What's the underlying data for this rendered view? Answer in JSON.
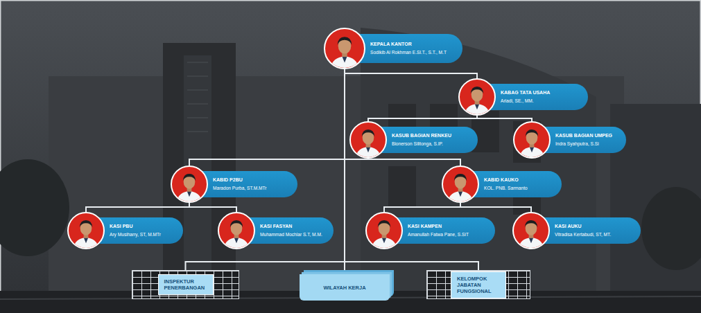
{
  "diagram": {
    "nodes": [
      {
        "text": [
          "KEPALA KANTOR",
          "Sodikib Al Rokhman E.Sl.T., S.T., M.T"
        ]
      },
      {
        "text": [
          "KABAG TATA USAHA",
          "Ariadi, SE., MM."
        ]
      },
      {
        "text": [
          "KASUB BAGIAN RENKEU",
          "Bionerson Silitonga, S.IP."
        ]
      },
      {
        "text": [
          "KASUB BAGIAN UMPEG",
          "Indra Syahputra, S.Si"
        ]
      },
      {
        "text": [
          "KABID P2BU",
          "Maradon Purba, ST.M.MTr"
        ]
      },
      {
        "text": [
          "KABID KAUKO",
          "KOL. PNB. Sarmanto"
        ]
      },
      {
        "text": [
          "KASI PBU",
          "Ary Musiharry, ST, M.MTr"
        ]
      },
      {
        "text": [
          "KASI FASYAN",
          "Muhammad Mochlar S.T, M.M."
        ]
      },
      {
        "text": [
          "KASI KAMPEN",
          "Amanullah Fatwa Pane, S.SiT"
        ]
      },
      {
        "text": [
          "KASI AUKU",
          "Vitradisa Kertabudi, ST, MT."
        ]
      },
      {
        "text": [
          "INSPEKTUR PENERBANGAN"
        ]
      },
      {
        "text": [
          "WILAYAH KERJA"
        ]
      },
      {
        "text": [
          "KELOMPOK JABATAN FUNGSIONAL"
        ]
      }
    ],
    "edges": [
      {
        "from": 0,
        "to": 1,
        "arrow": "none"
      },
      {
        "from": 1,
        "to": 2,
        "arrow": "none"
      },
      {
        "from": 1,
        "to": 3,
        "arrow": "none"
      },
      {
        "from": 0,
        "to": 4,
        "arrow": "none"
      },
      {
        "from": 0,
        "to": 5,
        "arrow": "none"
      },
      {
        "from": 4,
        "to": 6,
        "arrow": "none"
      },
      {
        "from": 4,
        "to": 7,
        "arrow": "none"
      },
      {
        "from": 5,
        "to": 8,
        "arrow": "none"
      },
      {
        "from": 5,
        "to": 9,
        "arrow": "none"
      },
      {
        "from": 0,
        "to": 10,
        "arrow": "none"
      },
      {
        "from": 0,
        "to": 11,
        "arrow": "none"
      },
      {
        "from": 0,
        "to": 12,
        "arrow": "none"
      }
    ]
  }
}
